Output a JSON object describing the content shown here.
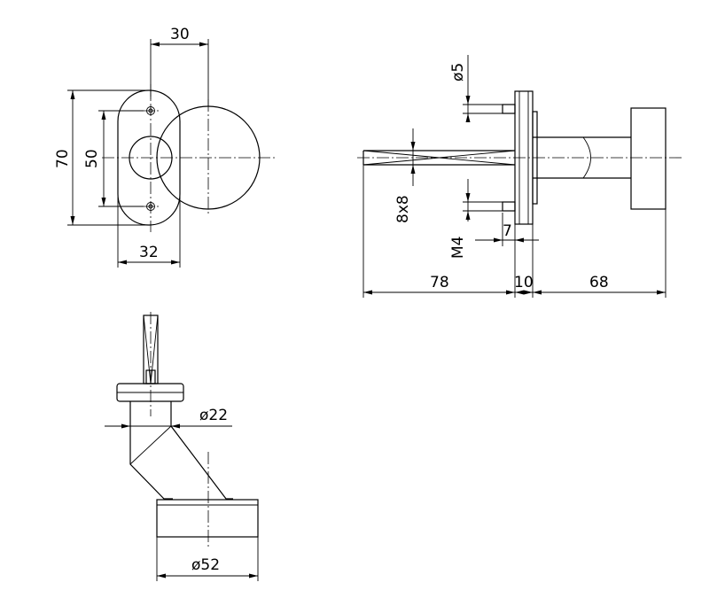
{
  "dimensions": {
    "top_width": "30",
    "overall_height": "70",
    "hole_spacing": "50",
    "rose_width": "32",
    "bolt_hole": "ø5",
    "spindle": "8x8",
    "screw": "M4",
    "screw_depth": "7",
    "spindle_length": "78",
    "rose_thickness": "10",
    "knob_projection": "68",
    "neck_diameter": "ø22",
    "knob_diameter": "ø52"
  }
}
